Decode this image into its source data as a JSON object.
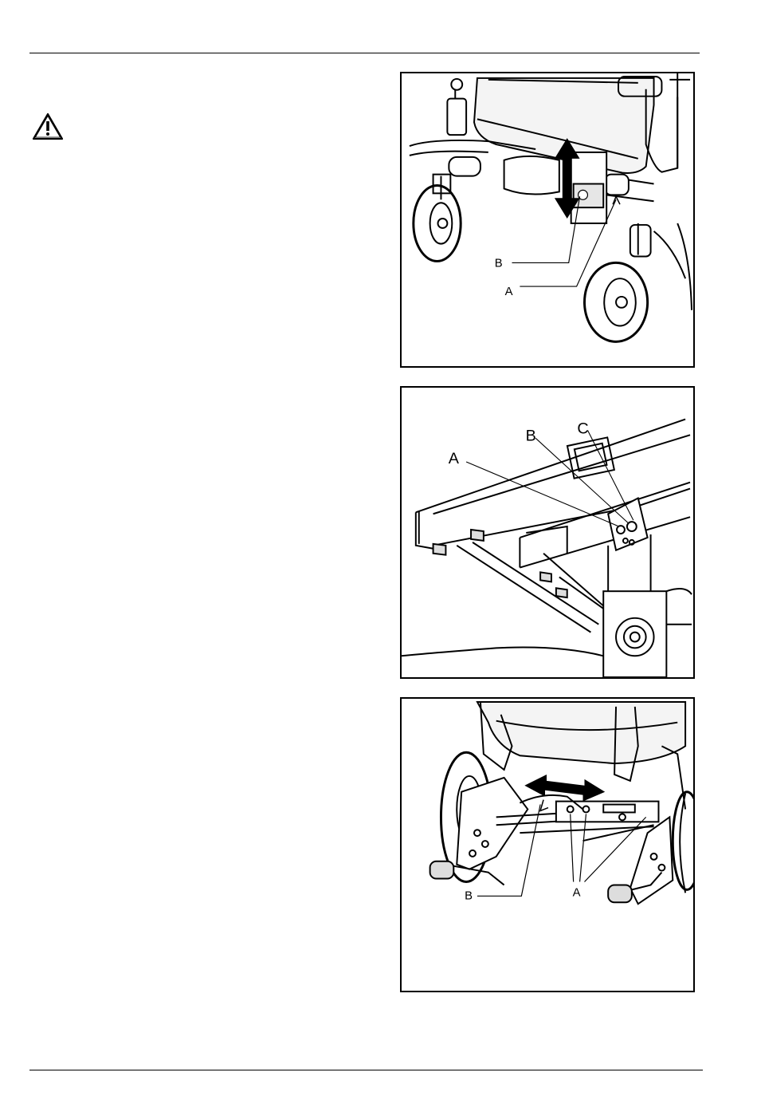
{
  "figures": [
    {
      "labels": {
        "b": "B",
        "a": "A"
      }
    },
    {
      "labels": {
        "a": "A",
        "b": "B",
        "c": "C"
      }
    },
    {
      "labels": {
        "b": "B",
        "a": "A"
      }
    }
  ]
}
